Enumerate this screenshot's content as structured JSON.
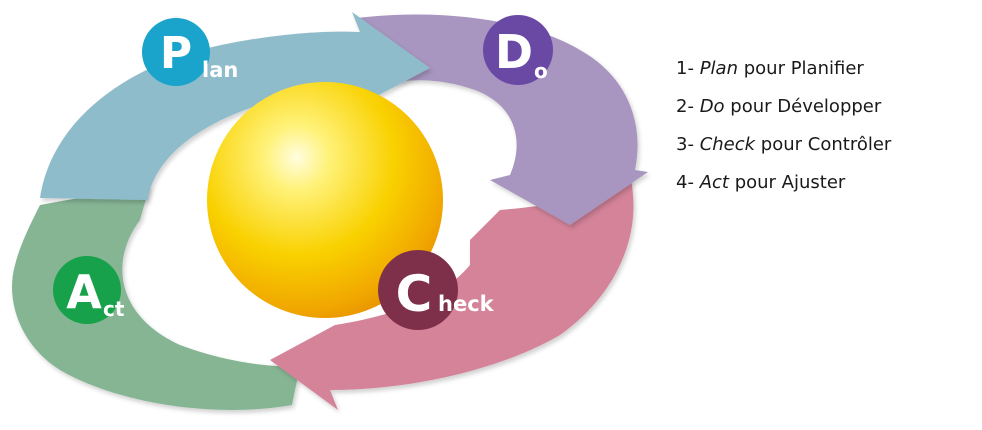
{
  "diagram": {
    "phases": [
      {
        "letter": "P",
        "rest": "lan",
        "color": "#8fbccb",
        "badge_color": "#1aa4cc"
      },
      {
        "letter": "D",
        "rest": "o",
        "color": "#a895c0",
        "badge_color": "#6a49a5"
      },
      {
        "letter": "C",
        "rest": "heck",
        "color": "#d48399",
        "badge_color": "#7e2f4a"
      },
      {
        "letter": "A",
        "rest": "ct",
        "color": "#86b594",
        "badge_color": "#17a14a"
      }
    ],
    "center_color": "#f7c600"
  },
  "legend": {
    "items": [
      {
        "number": "1-",
        "term": "Plan",
        "description": "pour Planifier"
      },
      {
        "number": "2-",
        "term": "Do",
        "description": "pour Développer"
      },
      {
        "number": "3-",
        "term": "Check",
        "description": "pour Contrôler"
      },
      {
        "number": "4-",
        "term": "Act",
        "description": "pour Ajuster"
      }
    ]
  }
}
